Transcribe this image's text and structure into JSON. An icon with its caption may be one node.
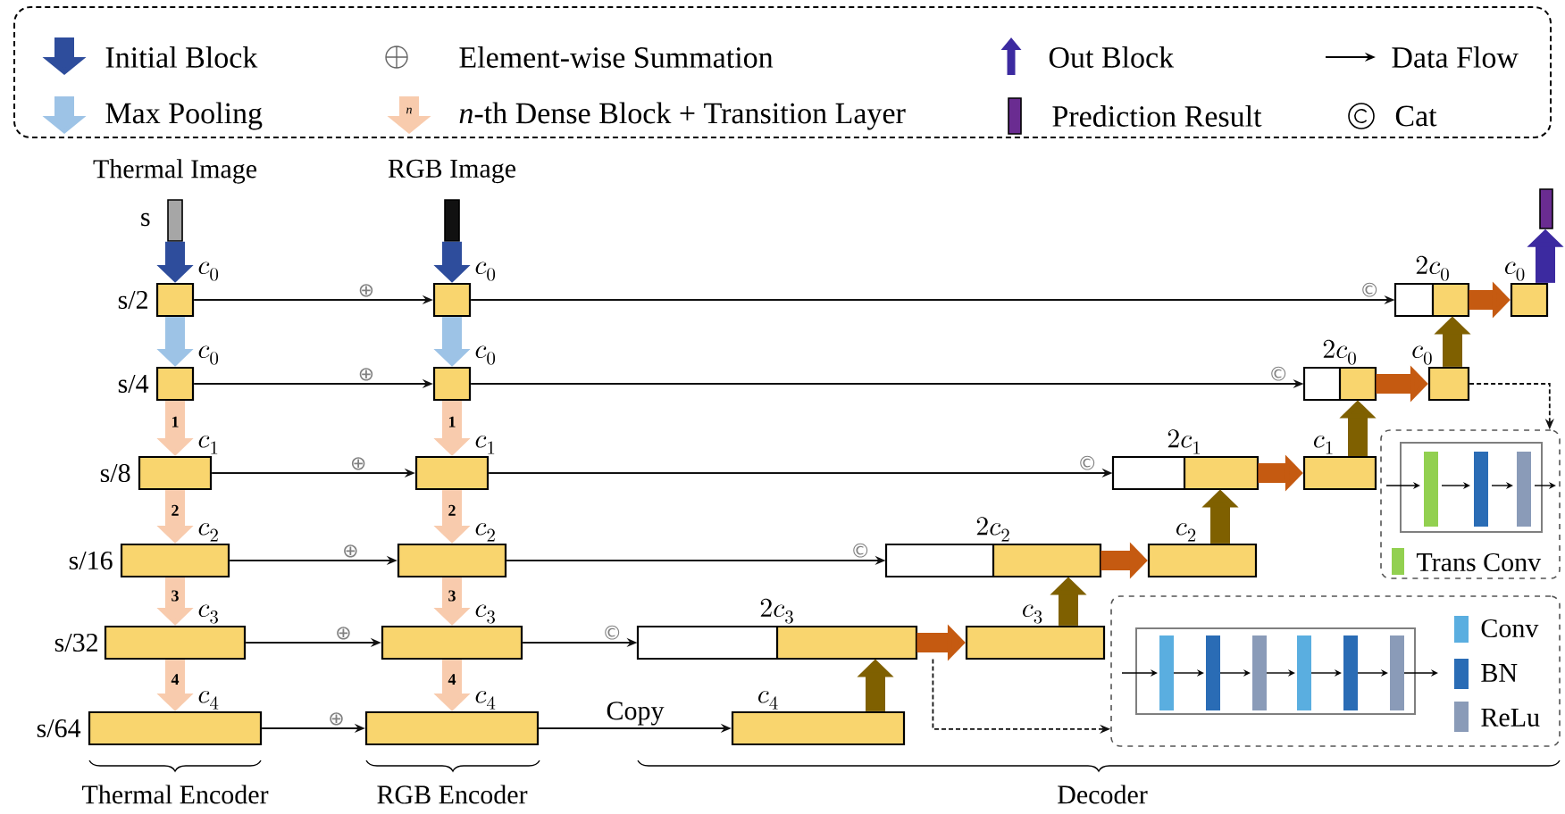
{
  "diagram": {
    "nodes": [
      {
        "text": [
          "Thermal Image"
        ]
      },
      {
        "text": [
          "RGB Image"
        ]
      },
      {
        "text": [
          "c_{0}"
        ]
      },
      {
        "text": [
          "c_{0}"
        ]
      },
      {
        "text": [
          "c_{1}"
        ]
      },
      {
        "text": [
          "c_{2}"
        ]
      },
      {
        "text": [
          "c_{3}"
        ]
      },
      {
        "text": [
          "c_{4}"
        ]
      },
      {
        "text": [
          "c_{0}"
        ]
      },
      {
        "text": [
          "c_{0}"
        ]
      },
      {
        "text": [
          "c_{1}"
        ]
      },
      {
        "text": [
          "c_{2}"
        ]
      },
      {
        "text": [
          "c_{3}"
        ]
      },
      {
        "text": [
          "c_{4}"
        ]
      },
      {
        "text": [
          "c_{4}"
        ]
      },
      {
        "text": [
          "2c_{3}"
        ]
      },
      {
        "text": [
          "c_{3}"
        ]
      },
      {
        "text": [
          "2c_{2}"
        ]
      },
      {
        "text": [
          "c_{2}"
        ]
      },
      {
        "text": [
          "2c_{1}"
        ]
      },
      {
        "text": [
          "c_{1}"
        ]
      },
      {
        "text": [
          "2c_{0}"
        ]
      },
      {
        "text": [
          "c_{0}"
        ]
      },
      {
        "text": [
          "2c_{0}"
        ]
      },
      {
        "text": [
          "c_{0}"
        ]
      },
      {
        "text": [],
        "shape": "bar"
      },
      {
        "text": [],
        "shape": "box"
      },
      {
        "text": [],
        "shape": "box"
      }
    ],
    "edges": [
      {
        "from": 0,
        "to": 2,
        "arrow": "to",
        "color": "#2e4d9c"
      },
      {
        "from": 1,
        "to": 8,
        "arrow": "to",
        "color": "#2e4d9c"
      },
      {
        "from": 2,
        "to": 3,
        "arrow": "to",
        "color": "#9dc3e6"
      },
      {
        "from": 3,
        "to": 4,
        "arrow": "to",
        "color": "#f8cbad",
        "label": "1"
      },
      {
        "from": 4,
        "to": 5,
        "arrow": "to",
        "color": "#f8cbad",
        "label": "2"
      },
      {
        "from": 5,
        "to": 6,
        "arrow": "to",
        "color": "#f8cbad",
        "label": "3"
      },
      {
        "from": 6,
        "to": 7,
        "arrow": "to",
        "color": "#f8cbad",
        "label": "4"
      },
      {
        "from": 8,
        "to": 9,
        "arrow": "to",
        "color": "#9dc3e6"
      },
      {
        "from": 9,
        "to": 10,
        "arrow": "to",
        "color": "#f8cbad",
        "label": "1"
      },
      {
        "from": 10,
        "to": 11,
        "arrow": "to",
        "color": "#f8cbad",
        "label": "2"
      },
      {
        "from": 11,
        "to": 12,
        "arrow": "to",
        "color": "#f8cbad",
        "label": "3"
      },
      {
        "from": 12,
        "to": 13,
        "arrow": "to",
        "color": "#f8cbad",
        "label": "4"
      },
      {
        "from": 2,
        "to": 8,
        "arrow": "to",
        "label": "⊕"
      },
      {
        "from": 3,
        "to": 9,
        "arrow": "to",
        "label": "⊕"
      },
      {
        "from": 4,
        "to": 10,
        "arrow": "to",
        "label": "⊕"
      },
      {
        "from": 5,
        "to": 11,
        "arrow": "to",
        "label": "⊕"
      },
      {
        "from": 6,
        "to": 12,
        "arrow": "to",
        "label": "⊕"
      },
      {
        "from": 7,
        "to": 13,
        "arrow": "to",
        "label": "⊕"
      },
      {
        "from": 8,
        "to": 23,
        "arrow": "to",
        "label": "©"
      },
      {
        "from": 9,
        "to": 21,
        "arrow": "to",
        "label": "©"
      },
      {
        "from": 10,
        "to": 19,
        "arrow": "to",
        "label": "©"
      },
      {
        "from": 11,
        "to": 17,
        "arrow": "to",
        "label": "©"
      },
      {
        "from": 12,
        "to": 15,
        "arrow": "to",
        "label": "©"
      },
      {
        "from": 13,
        "to": 14,
        "arrow": "to",
        "label": "Copy"
      },
      {
        "from": 15,
        "to": 16,
        "arrow": "to",
        "color": "#c55a11"
      },
      {
        "from": 17,
        "to": 18,
        "arrow": "to",
        "color": "#c55a11"
      },
      {
        "from": 19,
        "to": 20,
        "arrow": "to",
        "color": "#c55a11"
      },
      {
        "from": 21,
        "to": 22,
        "arrow": "to",
        "color": "#c55a11"
      },
      {
        "from": 23,
        "to": 24,
        "arrow": "to",
        "color": "#c55a11"
      },
      {
        "from": 14,
        "to": 15,
        "arrow": "to",
        "color": "#7f6000"
      },
      {
        "from": 16,
        "to": 17,
        "arrow": "to",
        "color": "#7f6000"
      },
      {
        "from": 18,
        "to": 19,
        "arrow": "to",
        "color": "#7f6000"
      },
      {
        "from": 20,
        "to": 21,
        "arrow": "to",
        "color": "#7f6000"
      },
      {
        "from": 22,
        "to": 23,
        "arrow": "to",
        "color": "#7f6000"
      },
      {
        "from": 24,
        "to": 25,
        "arrow": "to",
        "color": "#3c2aa0"
      },
      {
        "from": 22,
        "to": 26,
        "arrow": "to",
        "style": "dashed"
      },
      {
        "from": 15,
        "to": 27,
        "arrow": "to",
        "style": "dashed"
      }
    ],
    "labels": [
      "n",
      "s",
      "s/2",
      "s/4",
      "s/8",
      "s/16",
      "s/32",
      "s/64",
      "Thermal Encoder",
      "RGB Encoder",
      "Decoder"
    ],
    "legend": [
      {
        "text": "Initial Block"
      },
      {
        "text": "Element-wise Summation"
      },
      {
        "text": "Out Block"
      },
      {
        "text": "Data Flow"
      },
      {
        "text": "Max Pooling"
      },
      {
        "text": "*n*-th Dense Block + Transition Layer"
      },
      {
        "text": "Prediction Result"
      },
      {
        "text": "Cat"
      },
      {
        "text": "Trans Conv",
        "color": "#92d050"
      },
      {
        "text": "Conv",
        "color": "#5aaee0"
      },
      {
        "text": "BN",
        "color": "#2a6cb5"
      },
      {
        "text": "ReLu",
        "color": "#8a9bb8"
      }
    ]
  }
}
